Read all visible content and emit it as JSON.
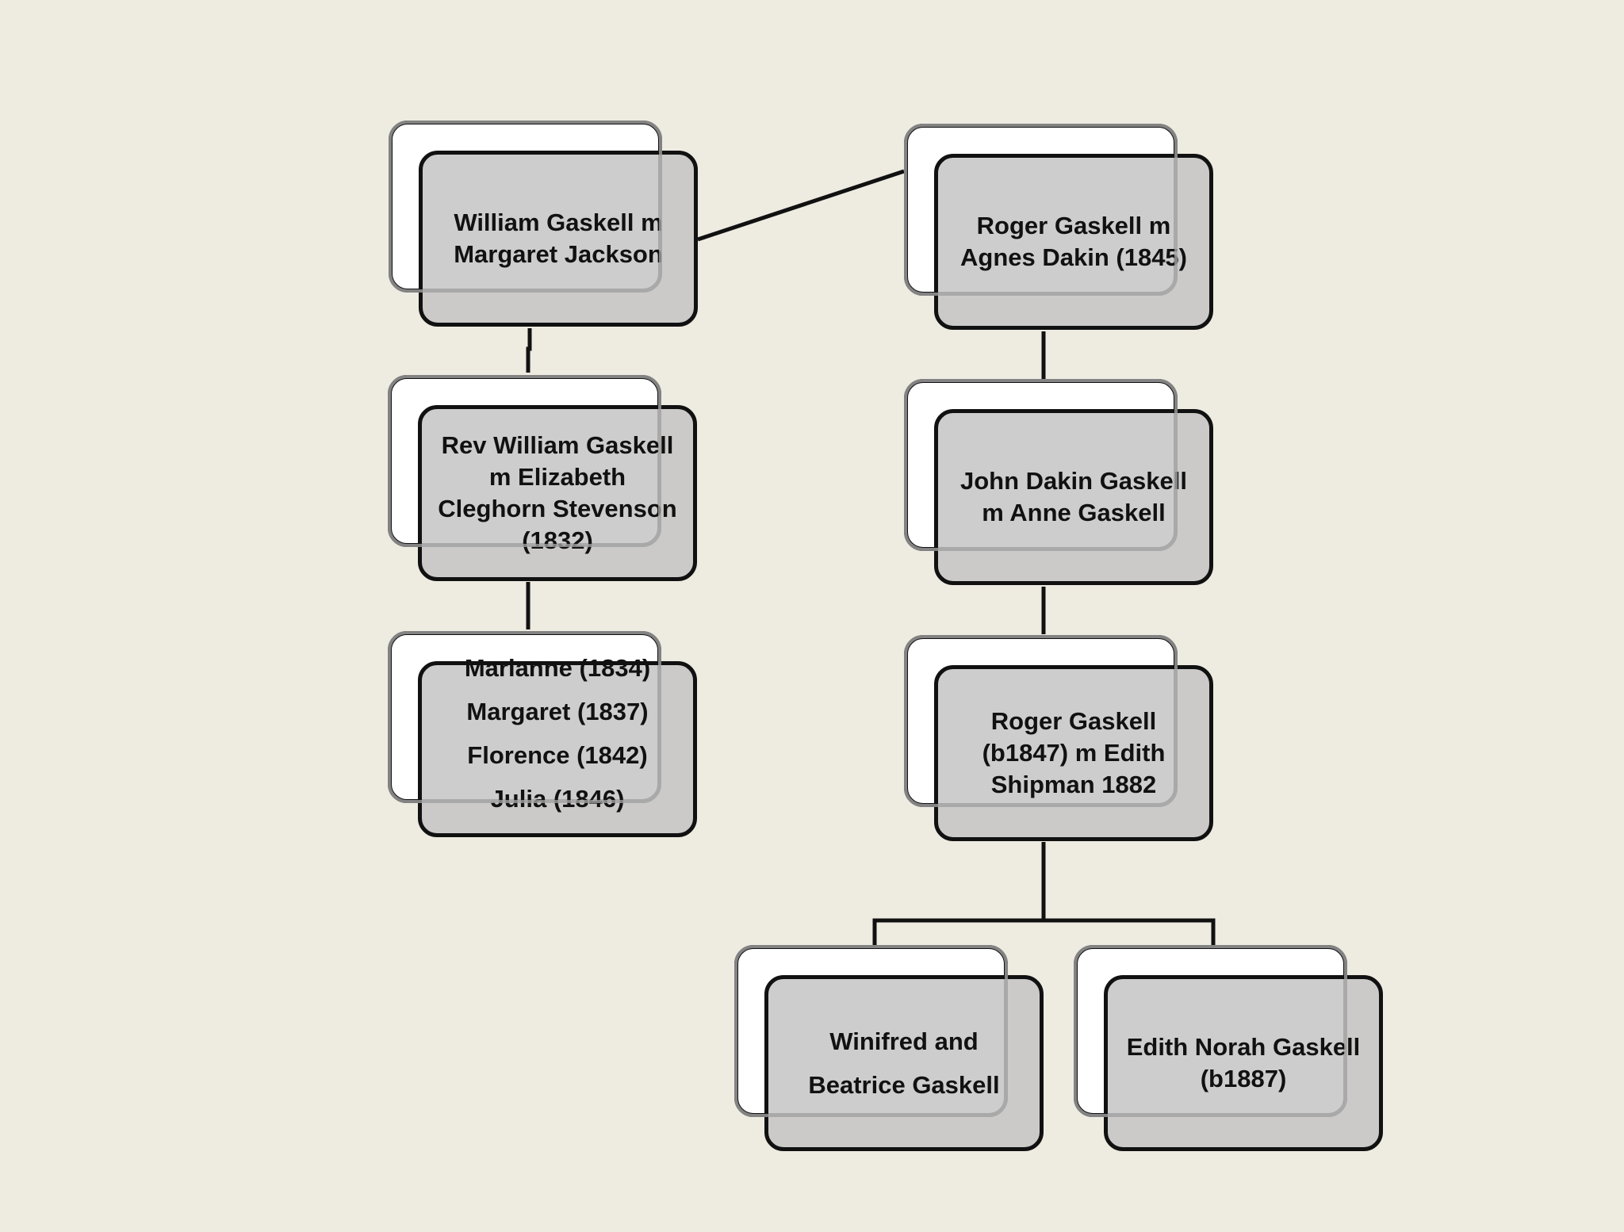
{
  "diagram": {
    "left_branch": {
      "root": {
        "label": "William Gaskell m Margaret Jackson"
      },
      "child": {
        "label": "Rev William Gaskell m Elizabeth Cleghorn Stevenson (1832)"
      },
      "grandchildren": [
        {
          "label": "Marianne (1834)"
        },
        {
          "label": "Margaret (1837)"
        },
        {
          "label": "Florence (1842)"
        },
        {
          "label": "Julia (1846)"
        }
      ]
    },
    "right_branch": {
      "root": {
        "label": "Roger Gaskell m Agnes Dakin (1845)"
      },
      "child": {
        "label": "John Dakin Gaskell m Anne Gaskell"
      },
      "grandchild": {
        "label": "Roger Gaskell (b1847) m Edith Shipman 1882"
      },
      "great_grandchildren": [
        {
          "label_line1": "Winifred and",
          "label_line2": "Beatrice Gaskell"
        },
        {
          "label": "Edith Norah Gaskell (b1887)"
        }
      ]
    }
  }
}
